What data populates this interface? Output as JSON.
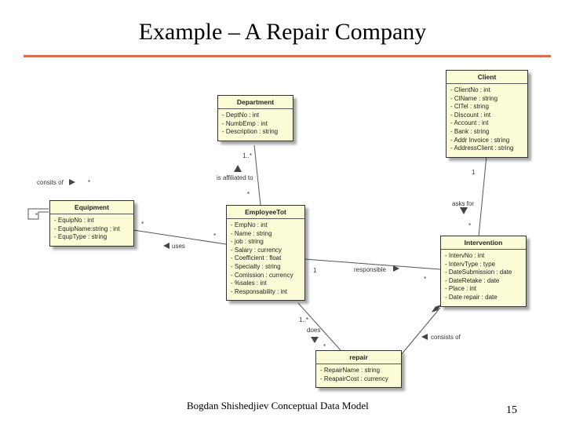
{
  "slide": {
    "title": "Example – A Repair Company",
    "footer_author": "Bogdan Shishedjiev Conceptual Data Model",
    "page_number": "15",
    "accent_color": "#e06a4e"
  },
  "classes": {
    "department": {
      "name": "Department",
      "attributes": [
        "- DeptNo : int",
        "- NumbEmp : int",
        "- Description : string"
      ]
    },
    "client": {
      "name": "Client",
      "attributes": [
        "- ClientNo : int",
        "- ClName : string",
        "- ClTel : string",
        "- Discount : int",
        "- Account : int",
        "- Bank : string",
        "- Addr Invoice : string",
        "- AddressClient : string"
      ]
    },
    "equipment": {
      "name": "Equipment",
      "attributes": [
        "- EquipNo : int",
        "- EquipName:string : int",
        "- EqupType : string"
      ]
    },
    "employee": {
      "name": "EmployeeTot",
      "attributes": [
        "- EmpNo : int",
        "- Name : string",
        "- job : string",
        "- Salary : currency",
        "- Coefficient : float",
        "- Specialty : string",
        "- Comission : currency",
        "- %sales : int",
        "- Responsability : int"
      ]
    },
    "intervention": {
      "name": "Intervention",
      "attributes": [
        "- IntervNo : int",
        "- IntervType : type",
        "- DateSubmission : date",
        "- DateRetake : date",
        "- Place : int",
        "- Date repair : date"
      ]
    },
    "repair": {
      "name": "repair",
      "attributes": [
        "- RepairName : string",
        "- ReapairCost : currency"
      ]
    }
  },
  "associations": {
    "affiliated": {
      "name": "is affiliated to",
      "mult_department": "1..*",
      "mult_employee": "*"
    },
    "asks_for": {
      "name": "asks for",
      "mult_client": "1",
      "mult_intervention": "*"
    },
    "consists_equipment": {
      "name": "consits of",
      "mult_a": "*",
      "mult_b": "*"
    },
    "uses": {
      "name": "uses",
      "mult_equipment": "*",
      "mult_employee": "*"
    },
    "responsible": {
      "name": "responsible",
      "mult_employee": "1",
      "mult_intervention": "*"
    },
    "does": {
      "name": "does",
      "mult_employee": "1..*",
      "mult_repair": "*"
    },
    "consists_repair": {
      "name": "consists of"
    }
  }
}
